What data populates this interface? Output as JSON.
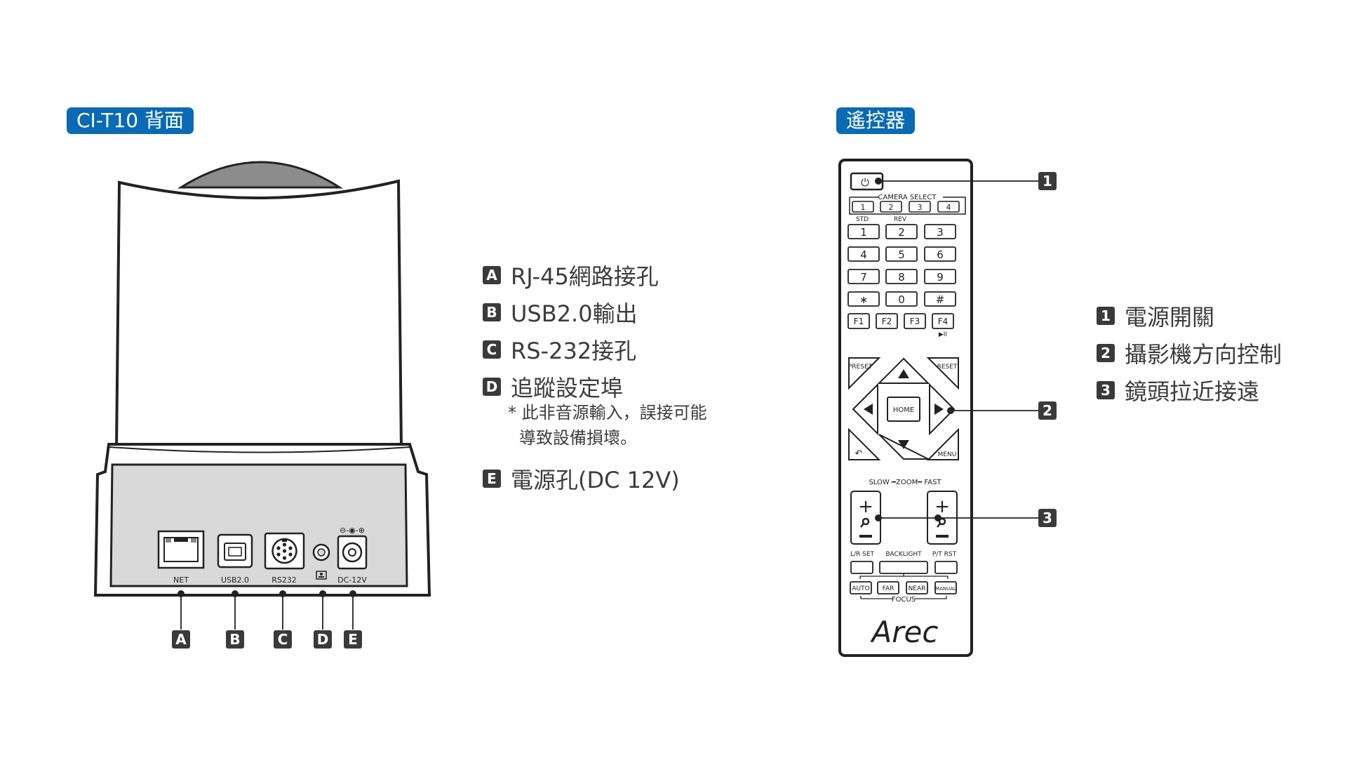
{
  "left_panel": {
    "title": "CI-T10 背面",
    "port_labels": [
      "NET",
      "USB2.0",
      "RS232",
      "DC-12V"
    ],
    "callouts": [
      "A",
      "B",
      "C",
      "D",
      "E"
    ],
    "legend": [
      {
        "key": "A",
        "text": "RJ-45網路接孔"
      },
      {
        "key": "B",
        "text": "USB2.0輸出"
      },
      {
        "key": "C",
        "text": "RS-232接孔"
      },
      {
        "key": "D",
        "text": "追蹤設定埠"
      },
      {
        "key": "E",
        "text": "電源孔(DC 12V)"
      }
    ],
    "note_line1": "* 此非音源輸入，誤接可能",
    "note_line2": "導致設備損壞。"
  },
  "right_panel": {
    "title": "遙控器",
    "callouts": [
      "1",
      "2",
      "3"
    ],
    "legend": [
      {
        "key": "1",
        "text": "電源開關"
      },
      {
        "key": "2",
        "text": "攝影機方向控制"
      },
      {
        "key": "3",
        "text": "鏡頭拉近接遠"
      }
    ]
  },
  "remote": {
    "camera_select_label": "CAMERA SELECT",
    "camera_keys": [
      "1",
      "2",
      "3",
      "4"
    ],
    "std_label": "STD",
    "rev_label": "REV",
    "number_keys": [
      "1",
      "2",
      "3",
      "4",
      "5",
      "6",
      "7",
      "8",
      "9",
      "∗",
      "0",
      "#"
    ],
    "function_keys": [
      "F1",
      "F2",
      "F3",
      "F4"
    ],
    "play_pause_label": "▶II",
    "preset_label": "PRESET",
    "reset_label": "RESET",
    "home_label": "HOME",
    "menu_label": "MENU",
    "zoom_label": "SLOW ━ZOOM━ FAST",
    "lr_set_label": "L/R SET",
    "backlight_label": "BACKLIGHT",
    "pt_rst_label": "P/T RST",
    "focus_keys": [
      "AUTO",
      "FAR",
      "NEAR",
      "MANUAL"
    ],
    "focus_label": "FOCUS",
    "brand": "Arec"
  },
  "colors": {
    "accent": "#0a6ab3",
    "key_dark": "#3a3a3a",
    "panel_gray": "#d9d9d9"
  }
}
